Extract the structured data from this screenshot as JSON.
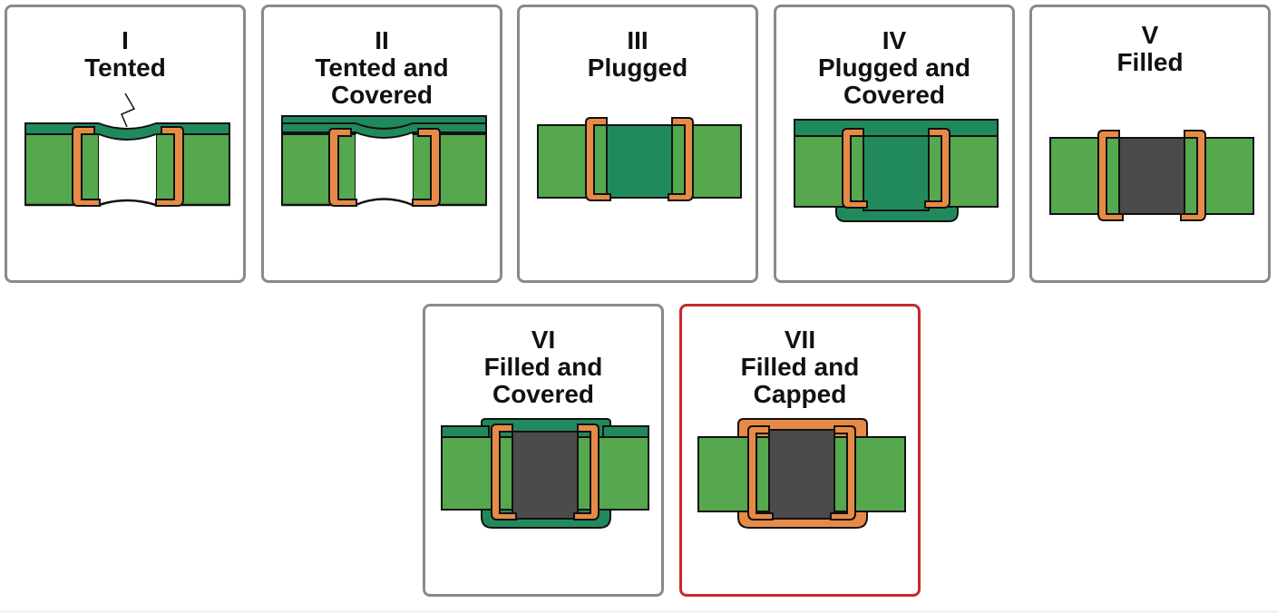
{
  "colors": {
    "laminate": "#55a84d",
    "mask": "#218a5d",
    "copper": "#e88a47",
    "fill": "#4b4b4b",
    "outline": "#111111",
    "card_border": "#8a8a8a",
    "highlight_border": "#c62a2a"
  },
  "panels": [
    {
      "numeral": "I",
      "title_lines": [
        "Tented"
      ]
    },
    {
      "numeral": "II",
      "title_lines": [
        "Tented and",
        "Covered"
      ]
    },
    {
      "numeral": "III",
      "title_lines": [
        "Plugged"
      ]
    },
    {
      "numeral": "IV",
      "title_lines": [
        "Plugged and",
        "Covered"
      ]
    },
    {
      "numeral": "V",
      "title_lines": [
        "Filled"
      ]
    },
    {
      "numeral": "VI",
      "title_lines": [
        "Filled and",
        "Covered"
      ]
    },
    {
      "numeral": "VII",
      "title_lines": [
        "Filled and",
        "Capped"
      ]
    }
  ]
}
